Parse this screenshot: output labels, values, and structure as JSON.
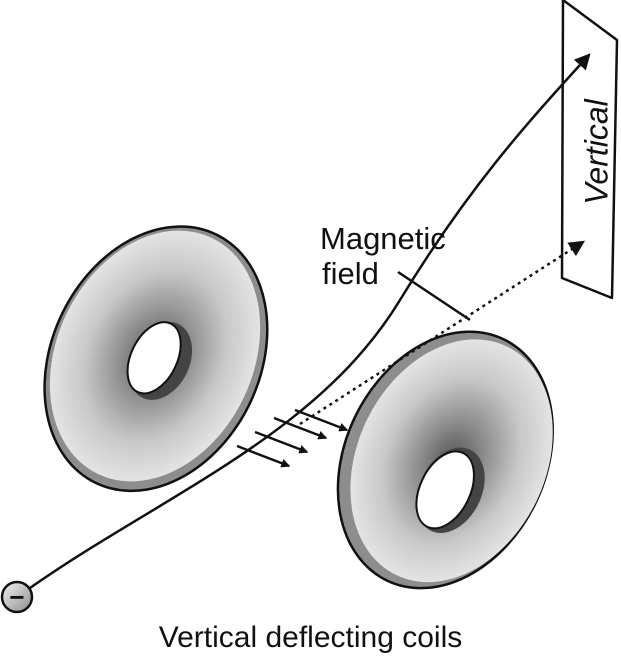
{
  "labels": {
    "field_line1": "Magnetic",
    "field_line2": "field",
    "screen": "Vertical",
    "caption": "Vertical deflecting coils",
    "electron_sign": "−"
  },
  "colors": {
    "stroke": "#111111",
    "coil_light": "#e6e6e6",
    "coil_mid": "#a9a9a9",
    "coil_dark": "#6f6f6f",
    "background": "#ffffff"
  }
}
